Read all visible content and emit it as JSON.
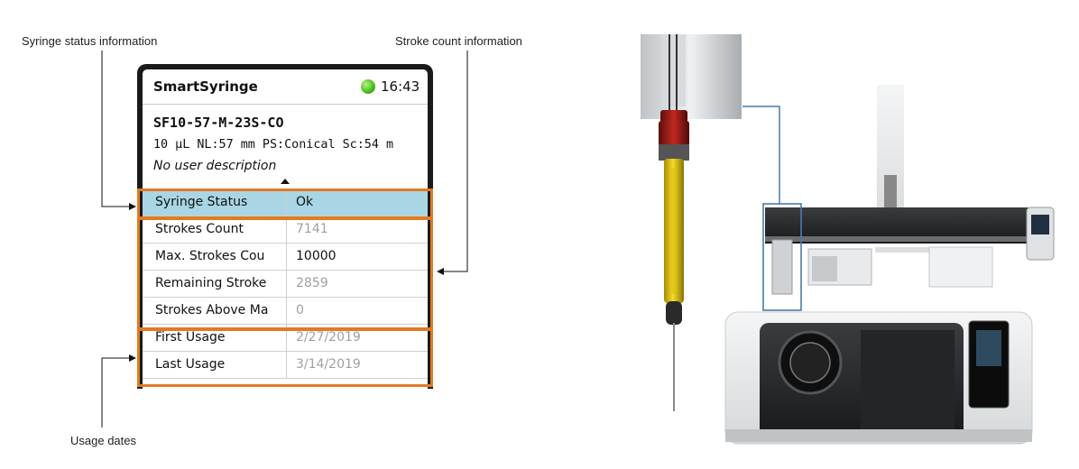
{
  "callouts": {
    "syringe_status": "Syringe status information",
    "stroke_count": "Stroke count information",
    "usage_dates": "Usage dates"
  },
  "device": {
    "app_title": "SmartSyringe",
    "status_color": "#4cbf1e",
    "time": "16:43",
    "syringe_id": "SF10-57-M-23S-CO",
    "syringe_spec": "10 µL NL:57 mm PS:Conical Sc:54 m",
    "user_description": "No user description",
    "rows": [
      {
        "label": "Syringe Status",
        "value": "Ok"
      },
      {
        "label": "Strokes Count",
        "value": "7141"
      },
      {
        "label": "Max. Strokes Cou",
        "value": "10000"
      },
      {
        "label": "Remaining Stroke",
        "value": "2859"
      },
      {
        "label": "Strokes Above Ma",
        "value": "0"
      },
      {
        "label": "First Usage",
        "value": "2/27/2019"
      },
      {
        "label": "Last Usage",
        "value": "3/14/2019"
      }
    ]
  },
  "colors": {
    "highlight_row": "#a9d6e5",
    "group_border": "#e07b22",
    "callout_line": "#4a7ba8"
  }
}
